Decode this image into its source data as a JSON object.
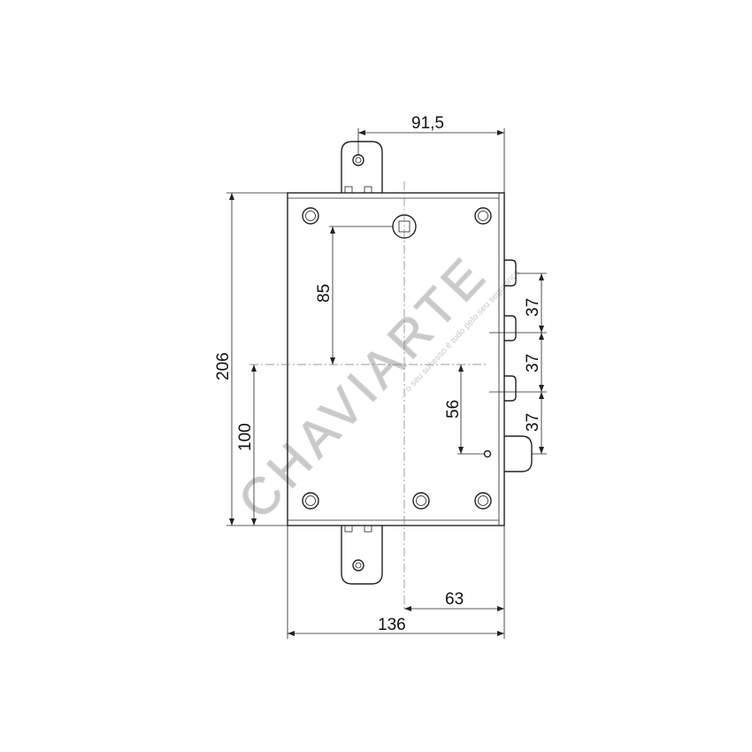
{
  "dimensions": {
    "top_width": "91,5",
    "total_height": "206",
    "lower_height": "100",
    "spindle_offset": "85",
    "cylinder_offset": "56",
    "bolt_spacing_1": "37",
    "bolt_spacing_2": "37",
    "bolt_spacing_3": "37",
    "right_offset": "63",
    "total_width": "136"
  },
  "watermark": {
    "brand": "CHAVIARTE",
    "tagline": "... o seu sucesso é tudo pelo seu segurança"
  }
}
